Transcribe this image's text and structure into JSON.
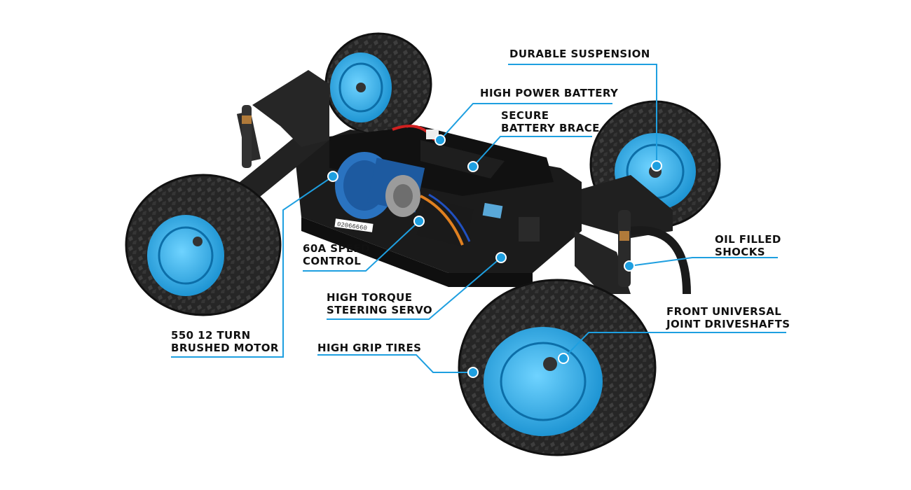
{
  "accent_color": "#1e9fe0",
  "callouts": {
    "durable_suspension": [
      "DURABLE SUSPENSION"
    ],
    "high_power_battery": [
      "HIGH POWER BATTERY"
    ],
    "battery_brace": [
      "SECURE",
      "BATTERY BRACE"
    ],
    "oil_shocks": [
      "OIL FILLED",
      "SHOCKS"
    ],
    "speed_control": [
      "60A SPEED",
      "CONTROL"
    ],
    "steering_servo": [
      "HIGH TORQUE",
      "STEERING SERVO"
    ],
    "driveshafts": [
      "FRONT UNIVERSAL",
      "JOINT DRIVESHAFTS"
    ],
    "motor": [
      "550 12 TURN",
      "BRUSHED MOTOR"
    ],
    "tires": [
      "HIGH GRIP TIRES"
    ]
  },
  "chassis_serial": "02066660"
}
